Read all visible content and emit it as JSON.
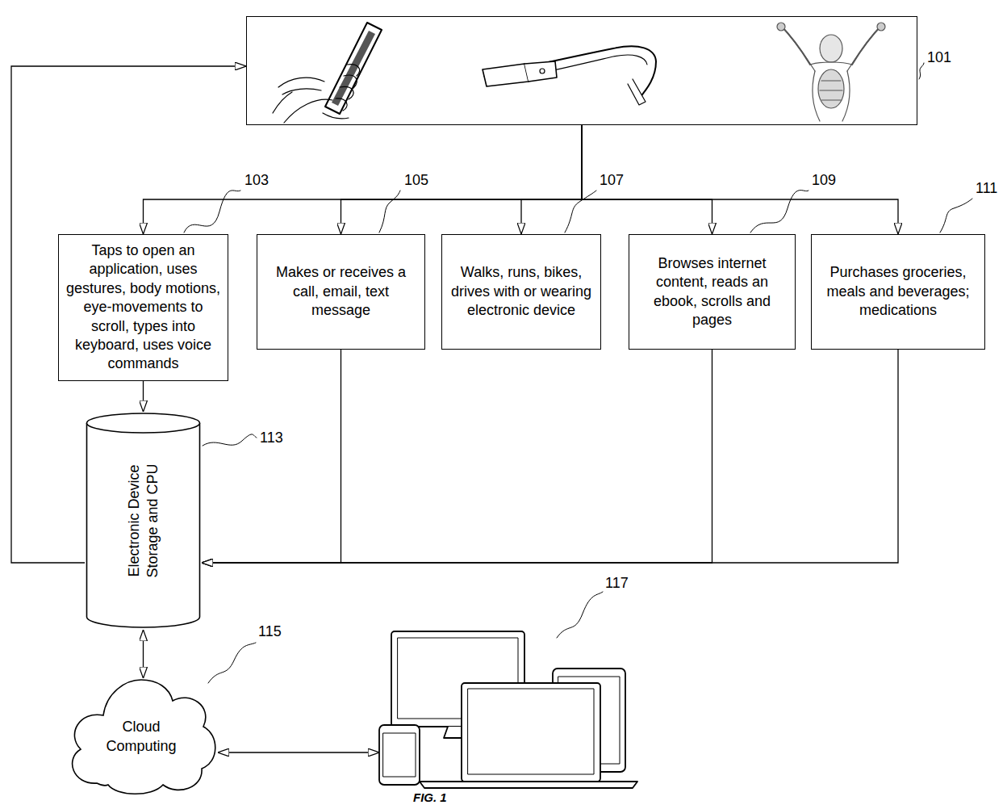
{
  "diagram": {
    "caption": "FIG. 1",
    "nodes": [
      {
        "text": [
          "101"
        ]
      },
      {
        "text": [
          "103",
          "Taps to open an application, uses gestures, body motions, eye-movements to scroll, types into keyboard, uses voice commands"
        ]
      },
      {
        "text": [
          "105",
          "Makes or receives a call, email, text message"
        ]
      },
      {
        "text": [
          "107",
          "Walks, runs, bikes, drives with or wearing electronic device"
        ]
      },
      {
        "text": [
          "109",
          "Browses internet content, reads an ebook, scrolls and pages"
        ]
      },
      {
        "text": [
          "111",
          "Purchases groceries, meals and beverages; medications"
        ]
      },
      {
        "text": [
          "113",
          "Electronic Device Storage and CPU"
        ]
      },
      {
        "text": [
          "115",
          "Cloud Computing"
        ]
      },
      {
        "text": [
          "117"
        ]
      }
    ],
    "edges": [
      {
        "from": 0,
        "to": 1,
        "arrow": "to"
      },
      {
        "from": 0,
        "to": 2,
        "arrow": "to"
      },
      {
        "from": 0,
        "to": 3,
        "arrow": "to"
      },
      {
        "from": 0,
        "to": 4,
        "arrow": "to"
      },
      {
        "from": 0,
        "to": 5,
        "arrow": "to"
      },
      {
        "from": 1,
        "to": 6,
        "arrow": "to"
      },
      {
        "from": 2,
        "to": 6,
        "arrow": "to"
      },
      {
        "from": 4,
        "to": 6,
        "arrow": "to"
      },
      {
        "from": 5,
        "to": 6,
        "arrow": "to"
      },
      {
        "from": 6,
        "to": 0,
        "arrow": "to"
      },
      {
        "from": 6,
        "to": 7,
        "arrow": "both"
      },
      {
        "from": 7,
        "to": 8,
        "arrow": "both"
      }
    ]
  }
}
